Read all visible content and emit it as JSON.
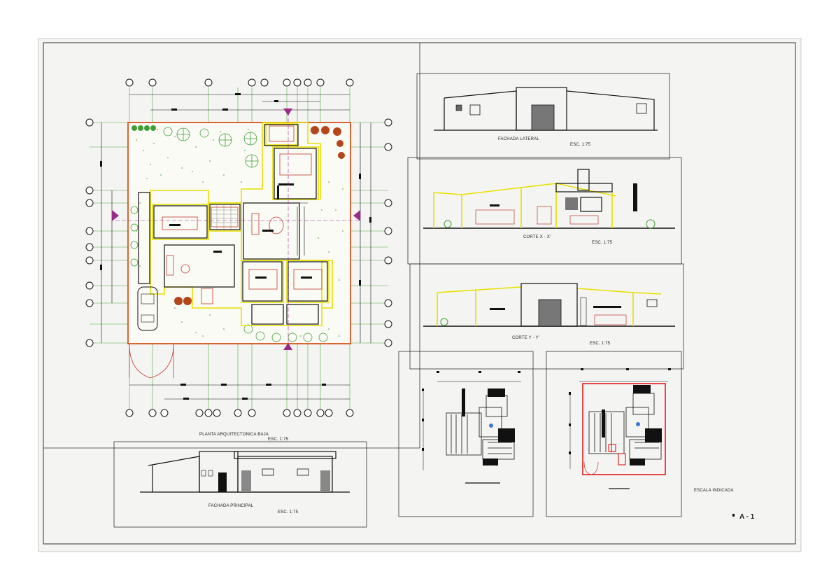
{
  "drawing": {
    "sheet_number": "A - 1",
    "scale_note": "ESCALA INDICADA",
    "floor_plan": {
      "title": "PLANTA ARQUITECTONICA BAJA",
      "scale": "ESC. 1:75"
    },
    "front_facade": {
      "title": "FACHADA PRINCIPAL",
      "scale": "ESC. 1:75"
    },
    "side_facade": {
      "title": "FACHADA LATERAL",
      "scale": "ESC. 1:75"
    },
    "section_x": {
      "title": "CORTE X - X'",
      "scale": "ESC. 1:75"
    },
    "section_y": {
      "title": "CORTE Y - Y'",
      "scale": "ESC. 1:75"
    }
  },
  "colors": {
    "paper": "#f4f4f2",
    "line": "#111111",
    "boundary": "#d9541c",
    "yellow": "#e8e000",
    "green": "#3f9e34",
    "magenta": "#9a2a8a",
    "red": "#e00000",
    "brown": "#b5451b"
  }
}
